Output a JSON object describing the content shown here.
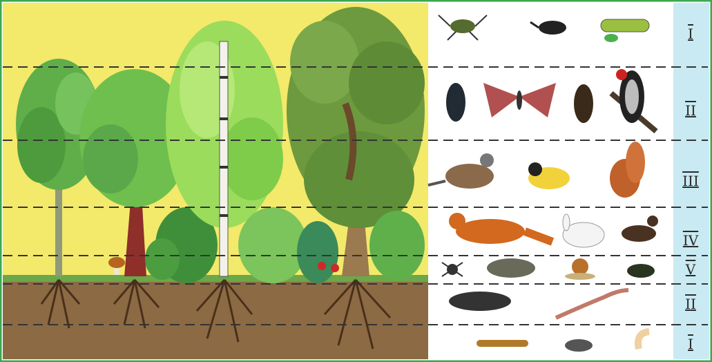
{
  "colors": {
    "sky": "#f3e96a",
    "soil": "#8b6a44",
    "panel": "#ffffff",
    "label_strip": "#c9eaf2",
    "frame": "#3aa84e",
    "dash": "#333333"
  },
  "tiers": [
    {
      "label": "I",
      "layer": "upper-canopy"
    },
    {
      "label": "II",
      "layer": "lower-canopy"
    },
    {
      "label": "III",
      "layer": "trunk"
    },
    {
      "label": "IV",
      "layer": "shrub"
    },
    {
      "label": "V",
      "layer": "ground"
    },
    {
      "label": "II",
      "layer": "upper-soil"
    },
    {
      "label": "I",
      "layer": "deep-soil"
    }
  ],
  "animals": {
    "tier1": [
      "longhorn-beetle-icon",
      "weevil-icon",
      "caterpillar-icon"
    ],
    "tier2": [
      "dark-beetle-icon",
      "moth-icon",
      "bark-beetle-icon",
      "woodpecker-icon"
    ],
    "tier3": [
      "thrush-icon",
      "great-tit-icon",
      "squirrel-icon"
    ],
    "tier4": [
      "fox-icon",
      "hare-icon",
      "blackbird-icon"
    ],
    "tier5": [
      "spider-icon",
      "hedgehog-icon",
      "snail-icon",
      "ground-beetle-icon"
    ],
    "soil1": [
      "mole-icon",
      "earthworm-icon"
    ],
    "soil2": [
      "wireworm-icon",
      "woodlouse-icon",
      "grub-icon"
    ]
  }
}
